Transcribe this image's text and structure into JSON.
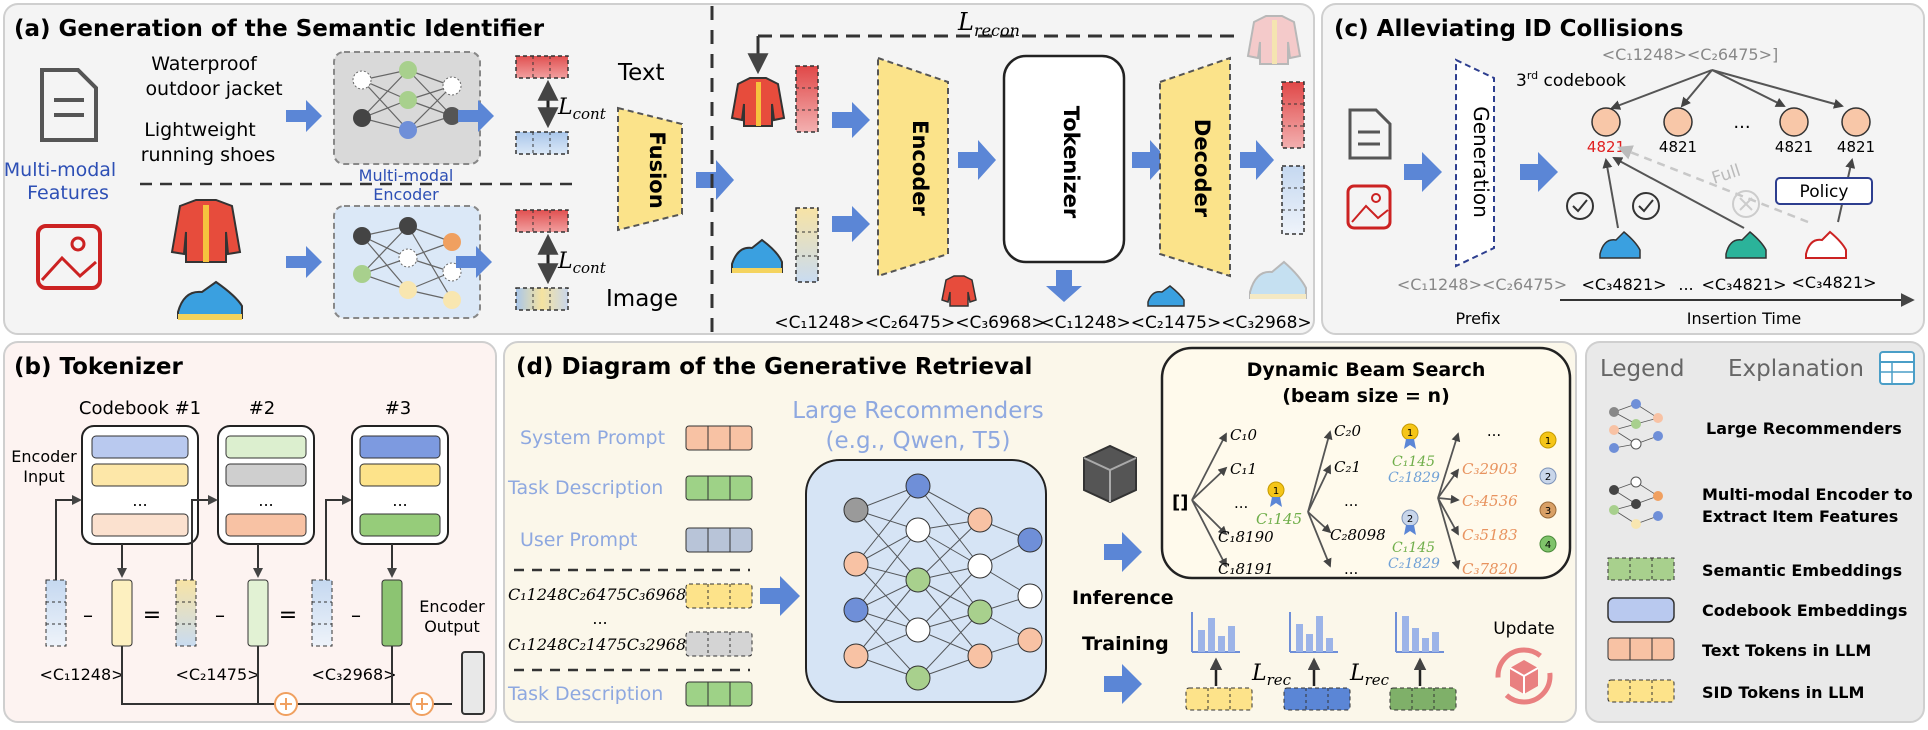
{
  "panel_a": {
    "title": "(a)  Generation of the Semantic Identifier",
    "multimodal_features": [
      "Multi-modal",
      "Features"
    ],
    "text_items": [
      "Waterproof",
      "outdoor jacket",
      "Lightweight",
      "running shoes"
    ],
    "encoder_label": [
      "Multi-modal",
      "Encoder"
    ],
    "loss_cont": "L",
    "loss_cont_sub": "cont",
    "text_label": "Text",
    "image_label": "Image",
    "fusion_label": "Fusion",
    "loss_recon": "L",
    "loss_recon_sub": "recon",
    "encoder": "Encoder",
    "tokenizer": "Tokenizer",
    "decoder": "Decoder",
    "sid_jacket": "<C₁1248><C₂6475><C₃6968>",
    "sid_shoe": "<C₁1248><C₂1475><C₃2968>"
  },
  "panel_b": {
    "title": "(b)  Tokenizer",
    "codebooks": [
      "Codebook #1",
      "#2",
      "#3"
    ],
    "encoder_input": [
      "Encoder",
      "Input"
    ],
    "encoder_output": [
      "Encoder",
      "Output"
    ],
    "ellipsis": "...",
    "minus": "–",
    "equals": "=",
    "codes": [
      "<C₁1248>",
      "<C₂1475>",
      "<C₃2968>"
    ]
  },
  "panel_c": {
    "title": "(c)  Alleviating ID Collisions",
    "prefix_top": "<C₁1248><C₂6475>]",
    "codebook_label": "3",
    "codebook_sup": "rd",
    "codebook_rest": " codebook",
    "generation": "Generation",
    "node_values": [
      "4821",
      "4821",
      "4821",
      "4821"
    ],
    "node_ellipsis": "...",
    "full": "Full",
    "policy": "Policy",
    "prefix_bottom": "<C₁1248><C₂6475>",
    "prefix_label": "Prefix",
    "insert_codes": [
      "<C₃4821>",
      "...",
      "<C₃4821>",
      "<C₃4821>"
    ],
    "insertion_time": "Insertion Time"
  },
  "panel_d": {
    "title": "(d)  Diagram of the Generative Retrieval",
    "prompts": [
      "System Prompt",
      "Task Description",
      "User Prompt"
    ],
    "sid_rows": [
      "C₁1248C₂6475C₃6968",
      "...",
      "C₁1248C₂1475C₃2968"
    ],
    "task_description_bottom": "Task Description",
    "model_title": [
      "Large Recommenders",
      "(e.g., Qwen, T5)"
    ],
    "inference": "Inference",
    "training": "Training",
    "beam_title": [
      "Dynamic Beam Search",
      "(beam size = n)"
    ],
    "beam_root": "[]",
    "beam_col1": [
      "C₁0",
      "C₁1",
      "...",
      "C₁8190",
      "C₁8191"
    ],
    "beam_col2": [
      "C₂0",
      "C₂1",
      "...",
      "C₂8098",
      "..."
    ],
    "beam_col2_green": [
      "C₁145",
      "C₁145"
    ],
    "beam_col2_blue": [
      "C₂1829",
      "C₂1829"
    ],
    "beam_col1_green": "C₁145",
    "beam_col3": [
      "...",
      "C₃2903",
      "C₃4536",
      "C₃5183",
      "C₃7820"
    ],
    "medal_numbers": [
      "1",
      "2",
      "3",
      "4"
    ],
    "loss_rec": "L",
    "loss_rec_sub": "rec",
    "update": "Update"
  },
  "legend": {
    "header_left": "Legend",
    "header_right": "Explanation",
    "items": [
      "Large Recommenders",
      "Multi-modal Encoder to",
      "Extract Item Features",
      "Semantic Embeddings",
      "Codebook Embeddings",
      "Text Tokens in LLM",
      "SID Tokens in LLM"
    ]
  },
  "colors": {
    "arrow_blue": "#5b86d6",
    "panel_a_bg": "#f4f4f4",
    "panel_b_bg": "#fdf3f1",
    "panel_d_bg": "#fbf7ea",
    "legend_bg": "#e9e9e9",
    "fusion_yellow": "#fbe38a",
    "prompt_blue": "#8ea8e0",
    "sid_green": "#7fb069",
    "sid_blue": "#6fa0d6",
    "sid_orange": "#e8935f",
    "node_red": "#e02020"
  }
}
